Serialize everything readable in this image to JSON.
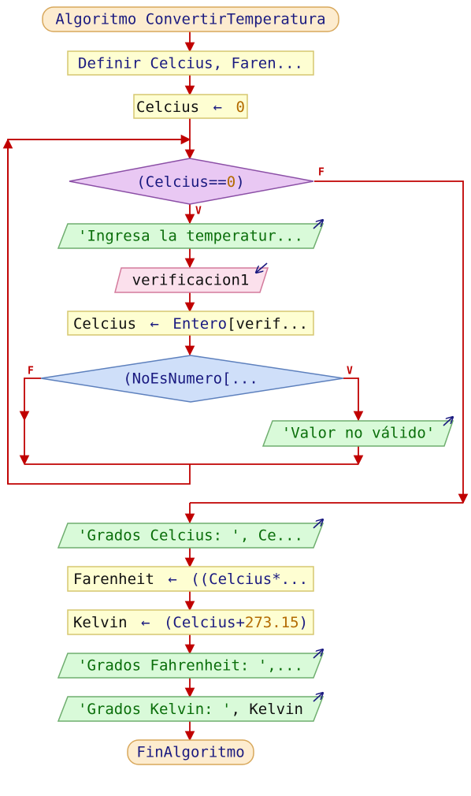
{
  "flowchart": {
    "start": {
      "label": "Algoritmo ConvertirTemperatura"
    },
    "define": {
      "label": "Definir Celcius, Faren..."
    },
    "assign_init": {
      "var": "Celcius",
      "arrow": "←",
      "value": "0"
    },
    "loop_condition": {
      "open": "(Celcius==",
      "value": "0",
      "close": ")",
      "true_label": "V",
      "false_label": "F"
    },
    "prompt": {
      "label": "'Ingresa la temperatur..."
    },
    "read": {
      "label": "verificacion1"
    },
    "assign_parse": {
      "var": "Celcius",
      "arrow": "←",
      "func": "Entero",
      "rest": "[verif..."
    },
    "check_condition": {
      "label": "(NoEsNumero[...",
      "true_label": "V",
      "false_label": "F"
    },
    "invalid_msg": {
      "label": "'Valor no válido'"
    },
    "out_celcius": {
      "label": "'Grados Celcius: ', Ce..."
    },
    "assign_faren": {
      "var": "Farenheit",
      "arrow": "←",
      "rest": "((Celcius*..."
    },
    "assign_kelvin": {
      "var": "Kelvin",
      "arrow": "←",
      "open": "(Celcius+",
      "value": "273.15",
      "close": ")"
    },
    "out_faren": {
      "label": "'Grados Fahrenheit: ',..."
    },
    "out_kelvin": {
      "str": "'Grados Kelvin: '",
      "rest": ", Kelvin"
    },
    "end": {
      "label": "FinAlgoritmo"
    }
  },
  "colors": {
    "line": "#c00000",
    "terminal_fill": "#fdeccf",
    "process_fill": "#fefed2",
    "process_stroke": "#d6c770",
    "output_fill": "#d9fad9",
    "input_fill": "#fbe0ec",
    "loop_decision_fill": "#e9c8f3",
    "decision_fill": "#cfdff9"
  }
}
